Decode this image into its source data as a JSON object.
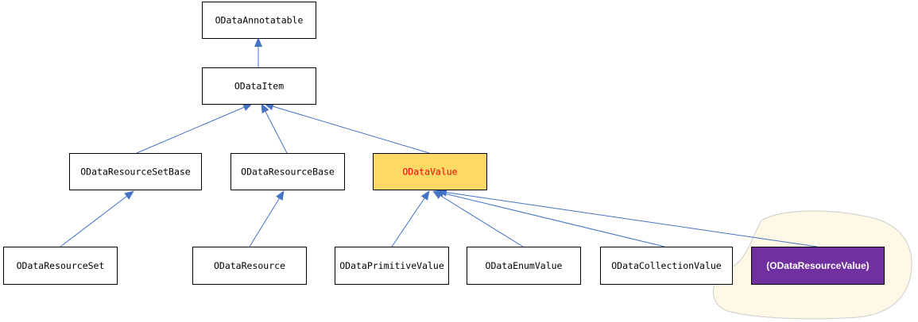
{
  "diagram": {
    "nodes": {
      "annotatable": {
        "label": "ODataAnnotatable",
        "fill": "#ffffff",
        "text_color": "#000000"
      },
      "item": {
        "label": "ODataItem",
        "fill": "#ffffff",
        "text_color": "#000000"
      },
      "resource_set_base": {
        "label": "ODataResourceSetBase",
        "fill": "#ffffff",
        "text_color": "#000000"
      },
      "resource_base": {
        "label": "ODataResourceBase",
        "fill": "#ffffff",
        "text_color": "#000000"
      },
      "value": {
        "label": "ODataValue",
        "fill": "#ffd966",
        "text_color": "#ff0000"
      },
      "resource_set": {
        "label": "ODataResourceSet",
        "fill": "#ffffff",
        "text_color": "#000000"
      },
      "resource": {
        "label": "ODataResource",
        "fill": "#ffffff",
        "text_color": "#000000"
      },
      "primitive_value": {
        "label": "ODataPrimitiveValue",
        "fill": "#ffffff",
        "text_color": "#000000"
      },
      "enum_value": {
        "label": "ODataEnumValue",
        "fill": "#ffffff",
        "text_color": "#000000"
      },
      "collection_value": {
        "label": "ODataCollectionValue",
        "fill": "#ffffff",
        "text_color": "#000000"
      },
      "resource_value": {
        "label": "(ODataResourceValue)",
        "fill": "#7030a0",
        "text_color": "#ffffff"
      }
    },
    "edges": [
      {
        "from": "item",
        "to": "annotatable"
      },
      {
        "from": "resource_set_base",
        "to": "item"
      },
      {
        "from": "resource_base",
        "to": "item"
      },
      {
        "from": "value",
        "to": "item"
      },
      {
        "from": "resource_set",
        "to": "resource_set_base"
      },
      {
        "from": "resource",
        "to": "resource_base"
      },
      {
        "from": "primitive_value",
        "to": "value"
      },
      {
        "from": "enum_value",
        "to": "value"
      },
      {
        "from": "collection_value",
        "to": "value"
      },
      {
        "from": "resource_value",
        "to": "value"
      }
    ],
    "edge_color": "#4472c4",
    "highlight_fill": "#fff8e7"
  }
}
